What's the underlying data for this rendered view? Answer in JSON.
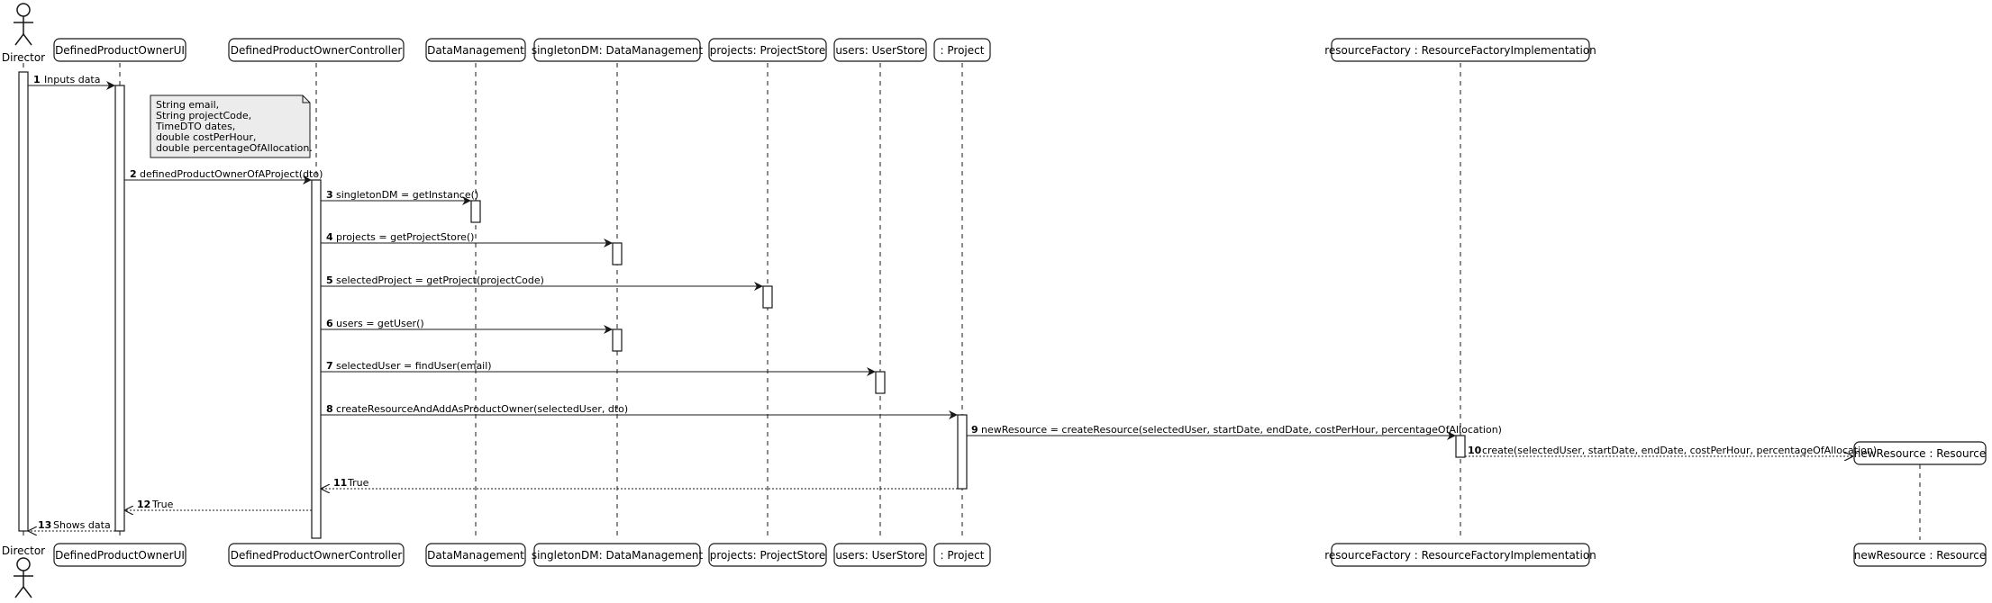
{
  "participants": [
    {
      "id": "director",
      "label": "Director",
      "kind": "actor"
    },
    {
      "id": "ui",
      "label": "DefinedProductOwnerUI",
      "kind": "participant"
    },
    {
      "id": "controller",
      "label": "DefinedProductOwnerController",
      "kind": "participant"
    },
    {
      "id": "dm",
      "label": "DataManagement",
      "kind": "participant"
    },
    {
      "id": "singleton",
      "label": "singletonDM: DataManagement",
      "kind": "participant"
    },
    {
      "id": "projects",
      "label": "projects: ProjectStore",
      "kind": "participant"
    },
    {
      "id": "users",
      "label": "users: UserStore",
      "kind": "participant"
    },
    {
      "id": "project",
      "label": ": Project",
      "kind": "participant"
    },
    {
      "id": "factory",
      "label": "resourceFactory : ResourceFactoryImplementation",
      "kind": "participant"
    },
    {
      "id": "resource",
      "label": "newResource : Resource",
      "kind": "participant"
    }
  ],
  "note": {
    "lines": [
      "String email,",
      "String projectCode,",
      "TimeDTO dates,",
      "double costPerHour,",
      "double percentageOfAllocation."
    ]
  },
  "messages": [
    {
      "n": "1",
      "text": "Inputs data",
      "from": "director",
      "to": "ui",
      "style": "sync"
    },
    {
      "n": "2",
      "text": "definedProductOwnerOfAProject(dto)",
      "from": "ui",
      "to": "controller",
      "style": "sync"
    },
    {
      "n": "3",
      "text": "singletonDM = getInstance()",
      "from": "controller",
      "to": "dm",
      "style": "sync"
    },
    {
      "n": "4",
      "text": "projects = getProjectStore()",
      "from": "controller",
      "to": "singleton",
      "style": "sync"
    },
    {
      "n": "5",
      "text": "selectedProject = getProject(projectCode)",
      "from": "controller",
      "to": "projects",
      "style": "sync"
    },
    {
      "n": "6",
      "text": "users = getUser()",
      "from": "controller",
      "to": "singleton",
      "style": "sync"
    },
    {
      "n": "7",
      "text": "selectedUser = findUser(email)",
      "from": "controller",
      "to": "users",
      "style": "sync"
    },
    {
      "n": "8",
      "text": "createResourceAndAddAsProductOwner(selectedUser, dto)",
      "from": "controller",
      "to": "project",
      "style": "sync"
    },
    {
      "n": "9",
      "text": "newResource = createResource(selectedUser, startDate, endDate, costPerHour, percentageOfAllocation)",
      "from": "project",
      "to": "factory",
      "style": "sync"
    },
    {
      "n": "10",
      "text": "create(selectedUser, startDate, endDate, costPerHour, percentageOfAllocation)",
      "from": "factory",
      "to": "resource",
      "style": "create"
    },
    {
      "n": "11",
      "text": "True",
      "from": "project",
      "to": "controller",
      "style": "return"
    },
    {
      "n": "12",
      "text": "True",
      "from": "controller",
      "to": "ui",
      "style": "return"
    },
    {
      "n": "13",
      "text": "Shows data",
      "from": "ui",
      "to": "director",
      "style": "return"
    }
  ]
}
